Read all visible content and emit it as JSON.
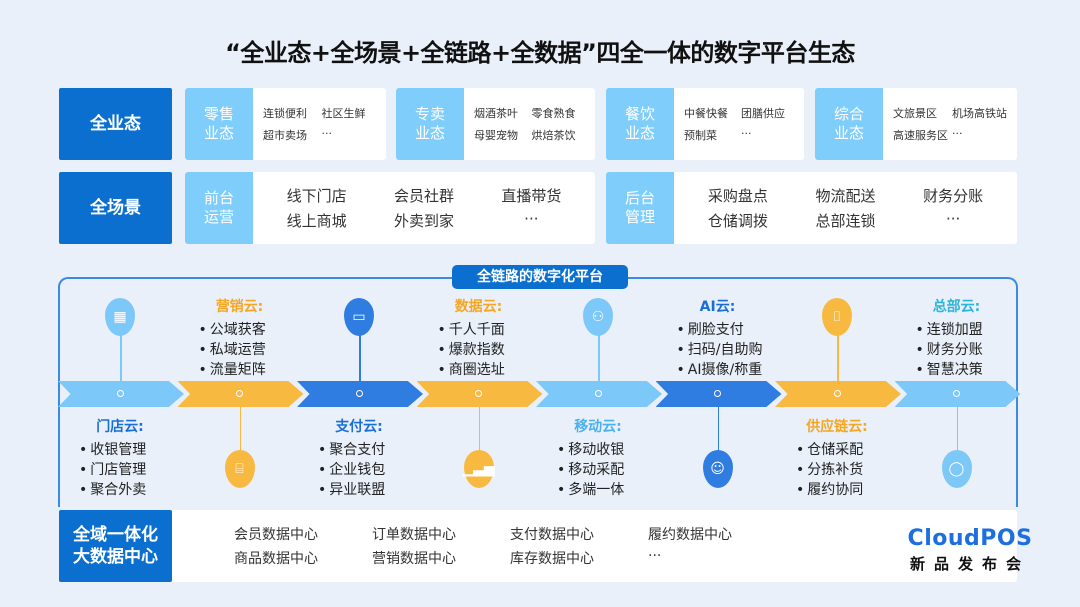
{
  "title": "“全业态+全场景+全链路+全数据”四全一体的数字平台生态",
  "row1": {
    "label": "全业态",
    "cards": [
      {
        "label": "零售\n业态",
        "items": [
          "连锁便利",
          "社区生鲜",
          "超市卖场",
          "···"
        ]
      },
      {
        "label": "专卖\n业态",
        "items": [
          "烟酒茶叶",
          "零食熟食",
          "母婴宠物",
          "烘焙茶饮"
        ]
      },
      {
        "label": "餐饮\n业态",
        "items": [
          "中餐快餐",
          "团膳供应",
          "预制菜",
          "···"
        ]
      },
      {
        "label": "综合\n业态",
        "items": [
          "文旅景区",
          "机场高铁站",
          "高速服务区",
          "···"
        ]
      }
    ]
  },
  "row2": {
    "label": "全场景",
    "cards": [
      {
        "label": "前台\n运营",
        "items": [
          "线下门店",
          "会员社群",
          "直播带货",
          "线上商城",
          "外卖到家",
          "···"
        ]
      },
      {
        "label": "后台\n管理",
        "items": [
          "采购盘点",
          "物流配送",
          "财务分账",
          "仓储调拨",
          "总部连锁",
          "···"
        ]
      }
    ]
  },
  "platform": {
    "title": "全链路的数字化平台",
    "segment_colors": [
      "#7cc8f8",
      "#f8b940",
      "#2f7de1",
      "#f8b940",
      "#7cc8f8",
      "#2f7de1",
      "#f8b940",
      "#7cc8f8"
    ],
    "clouds": [
      {
        "title": "门店云:",
        "color": "#1a6fd6",
        "items": [
          "收银管理",
          "门店管理",
          "聚合外卖"
        ],
        "icon": "store-icon",
        "icon_char": "▦"
      },
      {
        "title": "营销云:",
        "color": "#f5a623",
        "items": [
          "公域获客",
          "私域运营",
          "流量矩阵"
        ],
        "icon": "flowchart-icon",
        "icon_char": "⌸"
      },
      {
        "title": "支付云:",
        "color": "#1a6fd6",
        "items": [
          "聚合支付",
          "企业钱包",
          "异业联盟"
        ],
        "icon": "card-icon",
        "icon_char": "▭"
      },
      {
        "title": "数据云:",
        "color": "#f5a623",
        "items": [
          "千人千面",
          "爆款指数",
          "商圈选址"
        ],
        "icon": "chart-icon",
        "icon_char": "▁▃▅"
      },
      {
        "title": "移动云:",
        "color": "#4ab0ef",
        "items": [
          "移动收银",
          "移动采配",
          "多端一体"
        ],
        "icon": "people-network-icon",
        "icon_char": "⚇"
      },
      {
        "title": "AI云:",
        "color": "#1a6fd6",
        "items": [
          "刷脸支付",
          "扫码/自助购",
          "AI摄像/称重"
        ],
        "icon": "face-user-icon",
        "icon_char": "☺"
      },
      {
        "title": "供应链云:",
        "color": "#f5a623",
        "items": [
          "仓储采配",
          "分拣补货",
          "履约协同"
        ],
        "icon": "scan-icon",
        "icon_char": "⌷"
      },
      {
        "title": "总部云:",
        "color": "#2bb5d8",
        "items": [
          "连锁加盟",
          "财务分账",
          "智慧决策"
        ],
        "icon": "bulb-icon",
        "icon_char": "◯"
      }
    ]
  },
  "datacenter": {
    "label": "全域一体化\n大数据中心",
    "items": [
      "会员数据中心",
      "订单数据中心",
      "支付数据中心",
      "履约数据中心",
      "商品数据中心",
      "营销数据中心",
      "库存数据中心",
      "···"
    ]
  },
  "logo": {
    "brand": "CloudPOS",
    "subtitle": "新品发布会"
  }
}
